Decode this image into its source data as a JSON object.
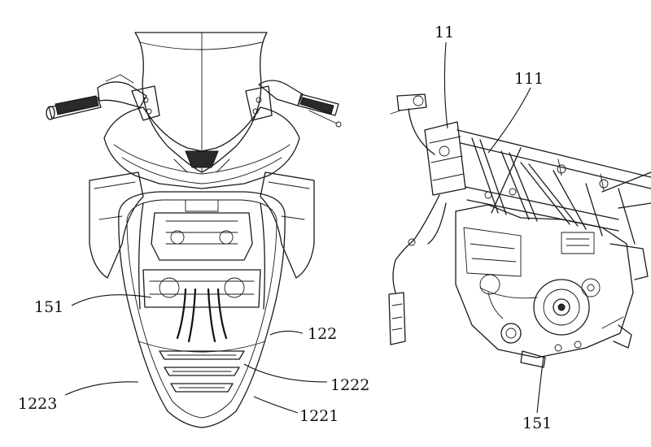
{
  "figure": {
    "left_view_labels": {
      "l151": "151",
      "l122": "122",
      "l1222": "1222",
      "l1223": "1223",
      "l1221": "1221"
    },
    "right_view_labels": {
      "l11": "11",
      "l111": "111",
      "l151": "151"
    }
  }
}
